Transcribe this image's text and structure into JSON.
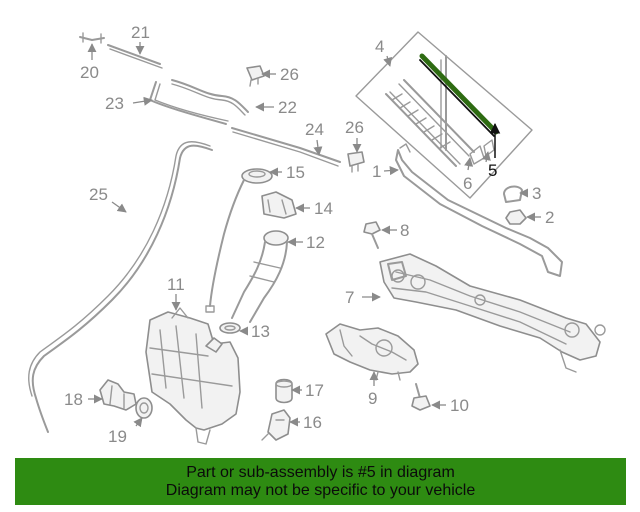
{
  "callouts": [
    {
      "n": "1"
    },
    {
      "n": "2"
    },
    {
      "n": "3"
    },
    {
      "n": "4"
    },
    {
      "n": "5"
    },
    {
      "n": "6"
    },
    {
      "n": "7"
    },
    {
      "n": "8"
    },
    {
      "n": "9"
    },
    {
      "n": "10"
    },
    {
      "n": "11"
    },
    {
      "n": "12"
    },
    {
      "n": "13"
    },
    {
      "n": "14"
    },
    {
      "n": "15"
    },
    {
      "n": "16"
    },
    {
      "n": "17"
    },
    {
      "n": "18"
    },
    {
      "n": "19"
    },
    {
      "n": "20"
    },
    {
      "n": "21"
    },
    {
      "n": "22"
    },
    {
      "n": "23"
    },
    {
      "n": "24"
    },
    {
      "n": "25"
    },
    {
      "n": "26"
    },
    {
      "n": "26"
    }
  ],
  "highlight": {
    "part": "5",
    "color": "#111111",
    "blade_color": "#2e6b12"
  },
  "banner": {
    "line1": "Part or sub-assembly is #5 in diagram",
    "line2": "Diagram may not be specific to your vehicle",
    "background": "#2e8b12"
  }
}
